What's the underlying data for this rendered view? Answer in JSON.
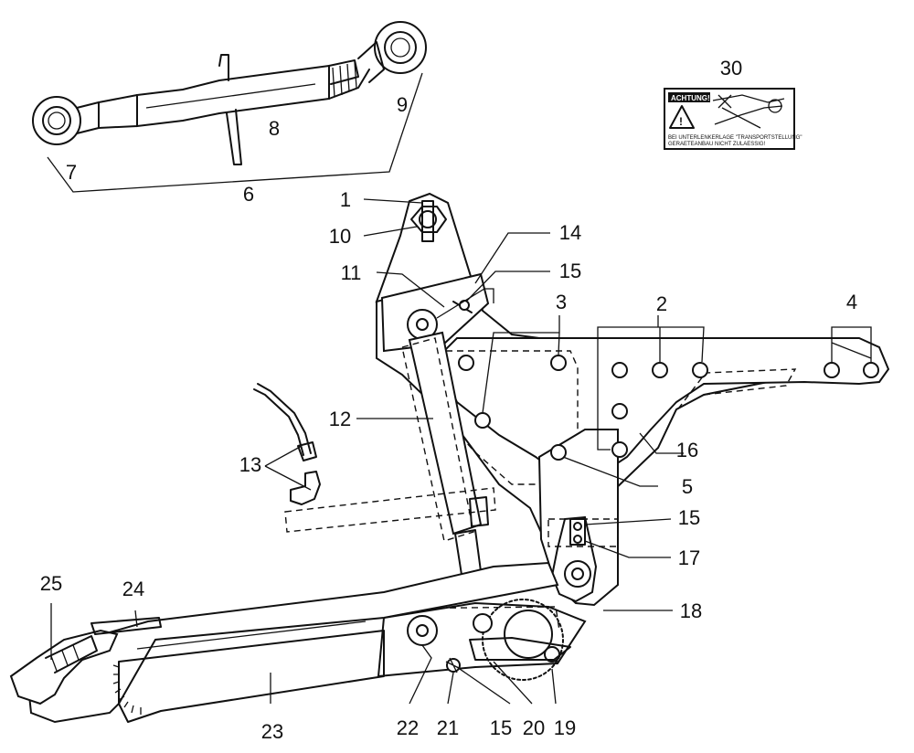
{
  "labels": {
    "l1": "1",
    "l2": "2",
    "l3": "3",
    "l4": "4",
    "l5": "5",
    "l6": "6",
    "l7": "7",
    "l8": "8",
    "l9": "9",
    "l10": "10",
    "l11": "11",
    "l12": "12",
    "l13": "13",
    "l14": "14",
    "l15a": "15",
    "l15b": "15",
    "l15c": "15",
    "l16": "16",
    "l17": "17",
    "l18": "18",
    "l19": "19",
    "l20": "20",
    "l21": "21",
    "l22": "22",
    "l23": "23",
    "l24": "24",
    "l25": "25",
    "l30": "30"
  },
  "decal": {
    "heading": "ACHTUNG!",
    "line1": "BEI UNTERLENKERLAGE \"TRANSPORTSTELLUNG\"",
    "line2": "GERAETEANBAU NICHT ZULAESSIG!"
  }
}
